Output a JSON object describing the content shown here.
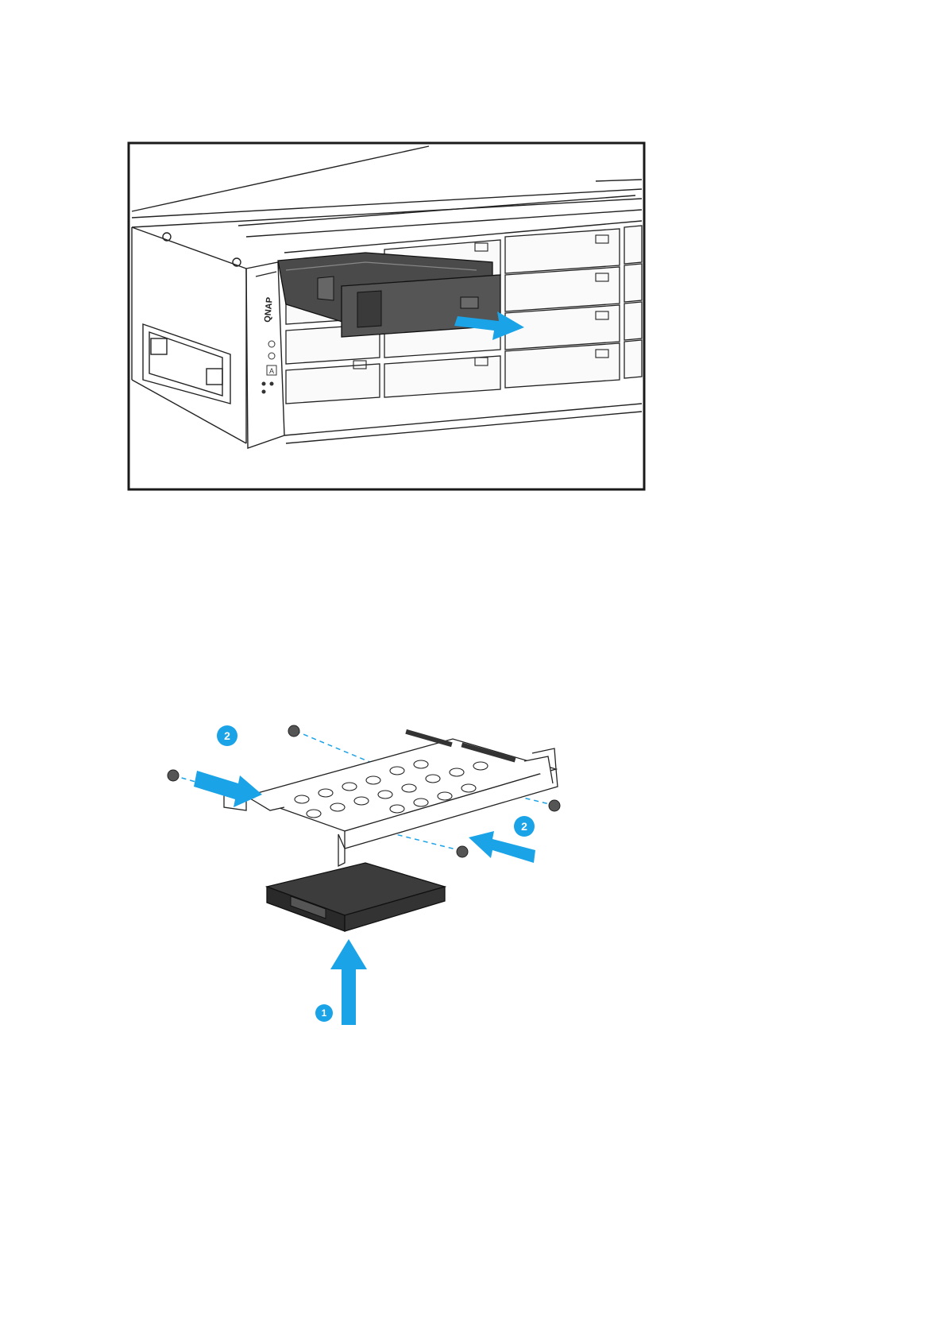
{
  "figure1": {
    "brand_label": "QNAP",
    "indicator_label": "A",
    "colors": {
      "frame": "#1a1a1a",
      "arrow": "#1aa3e6",
      "tray": "#4a4a4a"
    }
  },
  "figure2": {
    "step_labels": [
      "2",
      "2",
      "1"
    ],
    "colors": {
      "arrow": "#1aa3e6",
      "badge": "#1aa3e6",
      "drive": "#3c3c3c",
      "screw": "#555555"
    }
  }
}
